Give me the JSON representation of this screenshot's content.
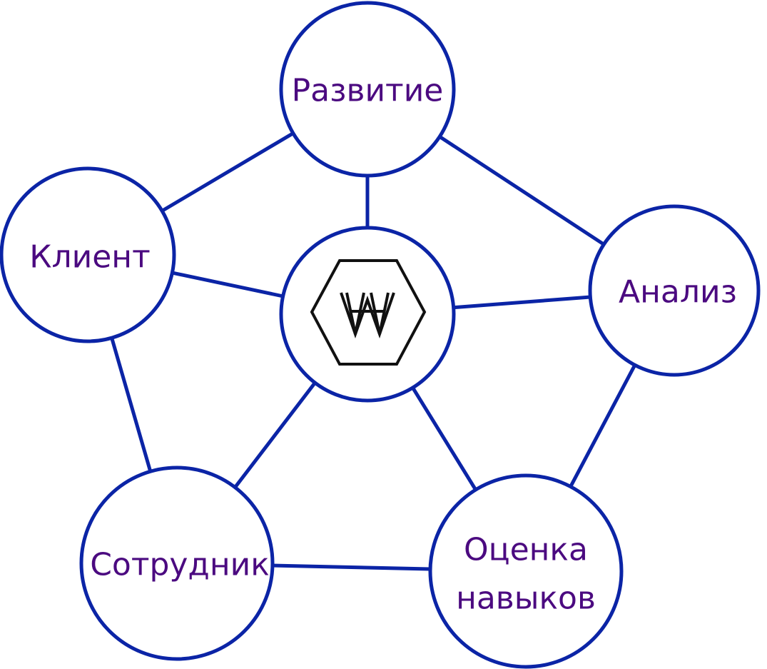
{
  "colors": {
    "edge": "#0b24a6",
    "node_border": "#0b24a6",
    "label": "#4b0a80",
    "logo": "#111111"
  },
  "center": {
    "icon": "hexagon-w-logo-icon"
  },
  "nodes": {
    "top": {
      "label": "Развитие"
    },
    "left": {
      "label": "Клиент"
    },
    "right": {
      "label": "Анализ"
    },
    "bottom_left": {
      "label": "Сотрудник"
    },
    "bottom_right": {
      "label_line1": "Оценка",
      "label_line2": "навыков"
    }
  }
}
